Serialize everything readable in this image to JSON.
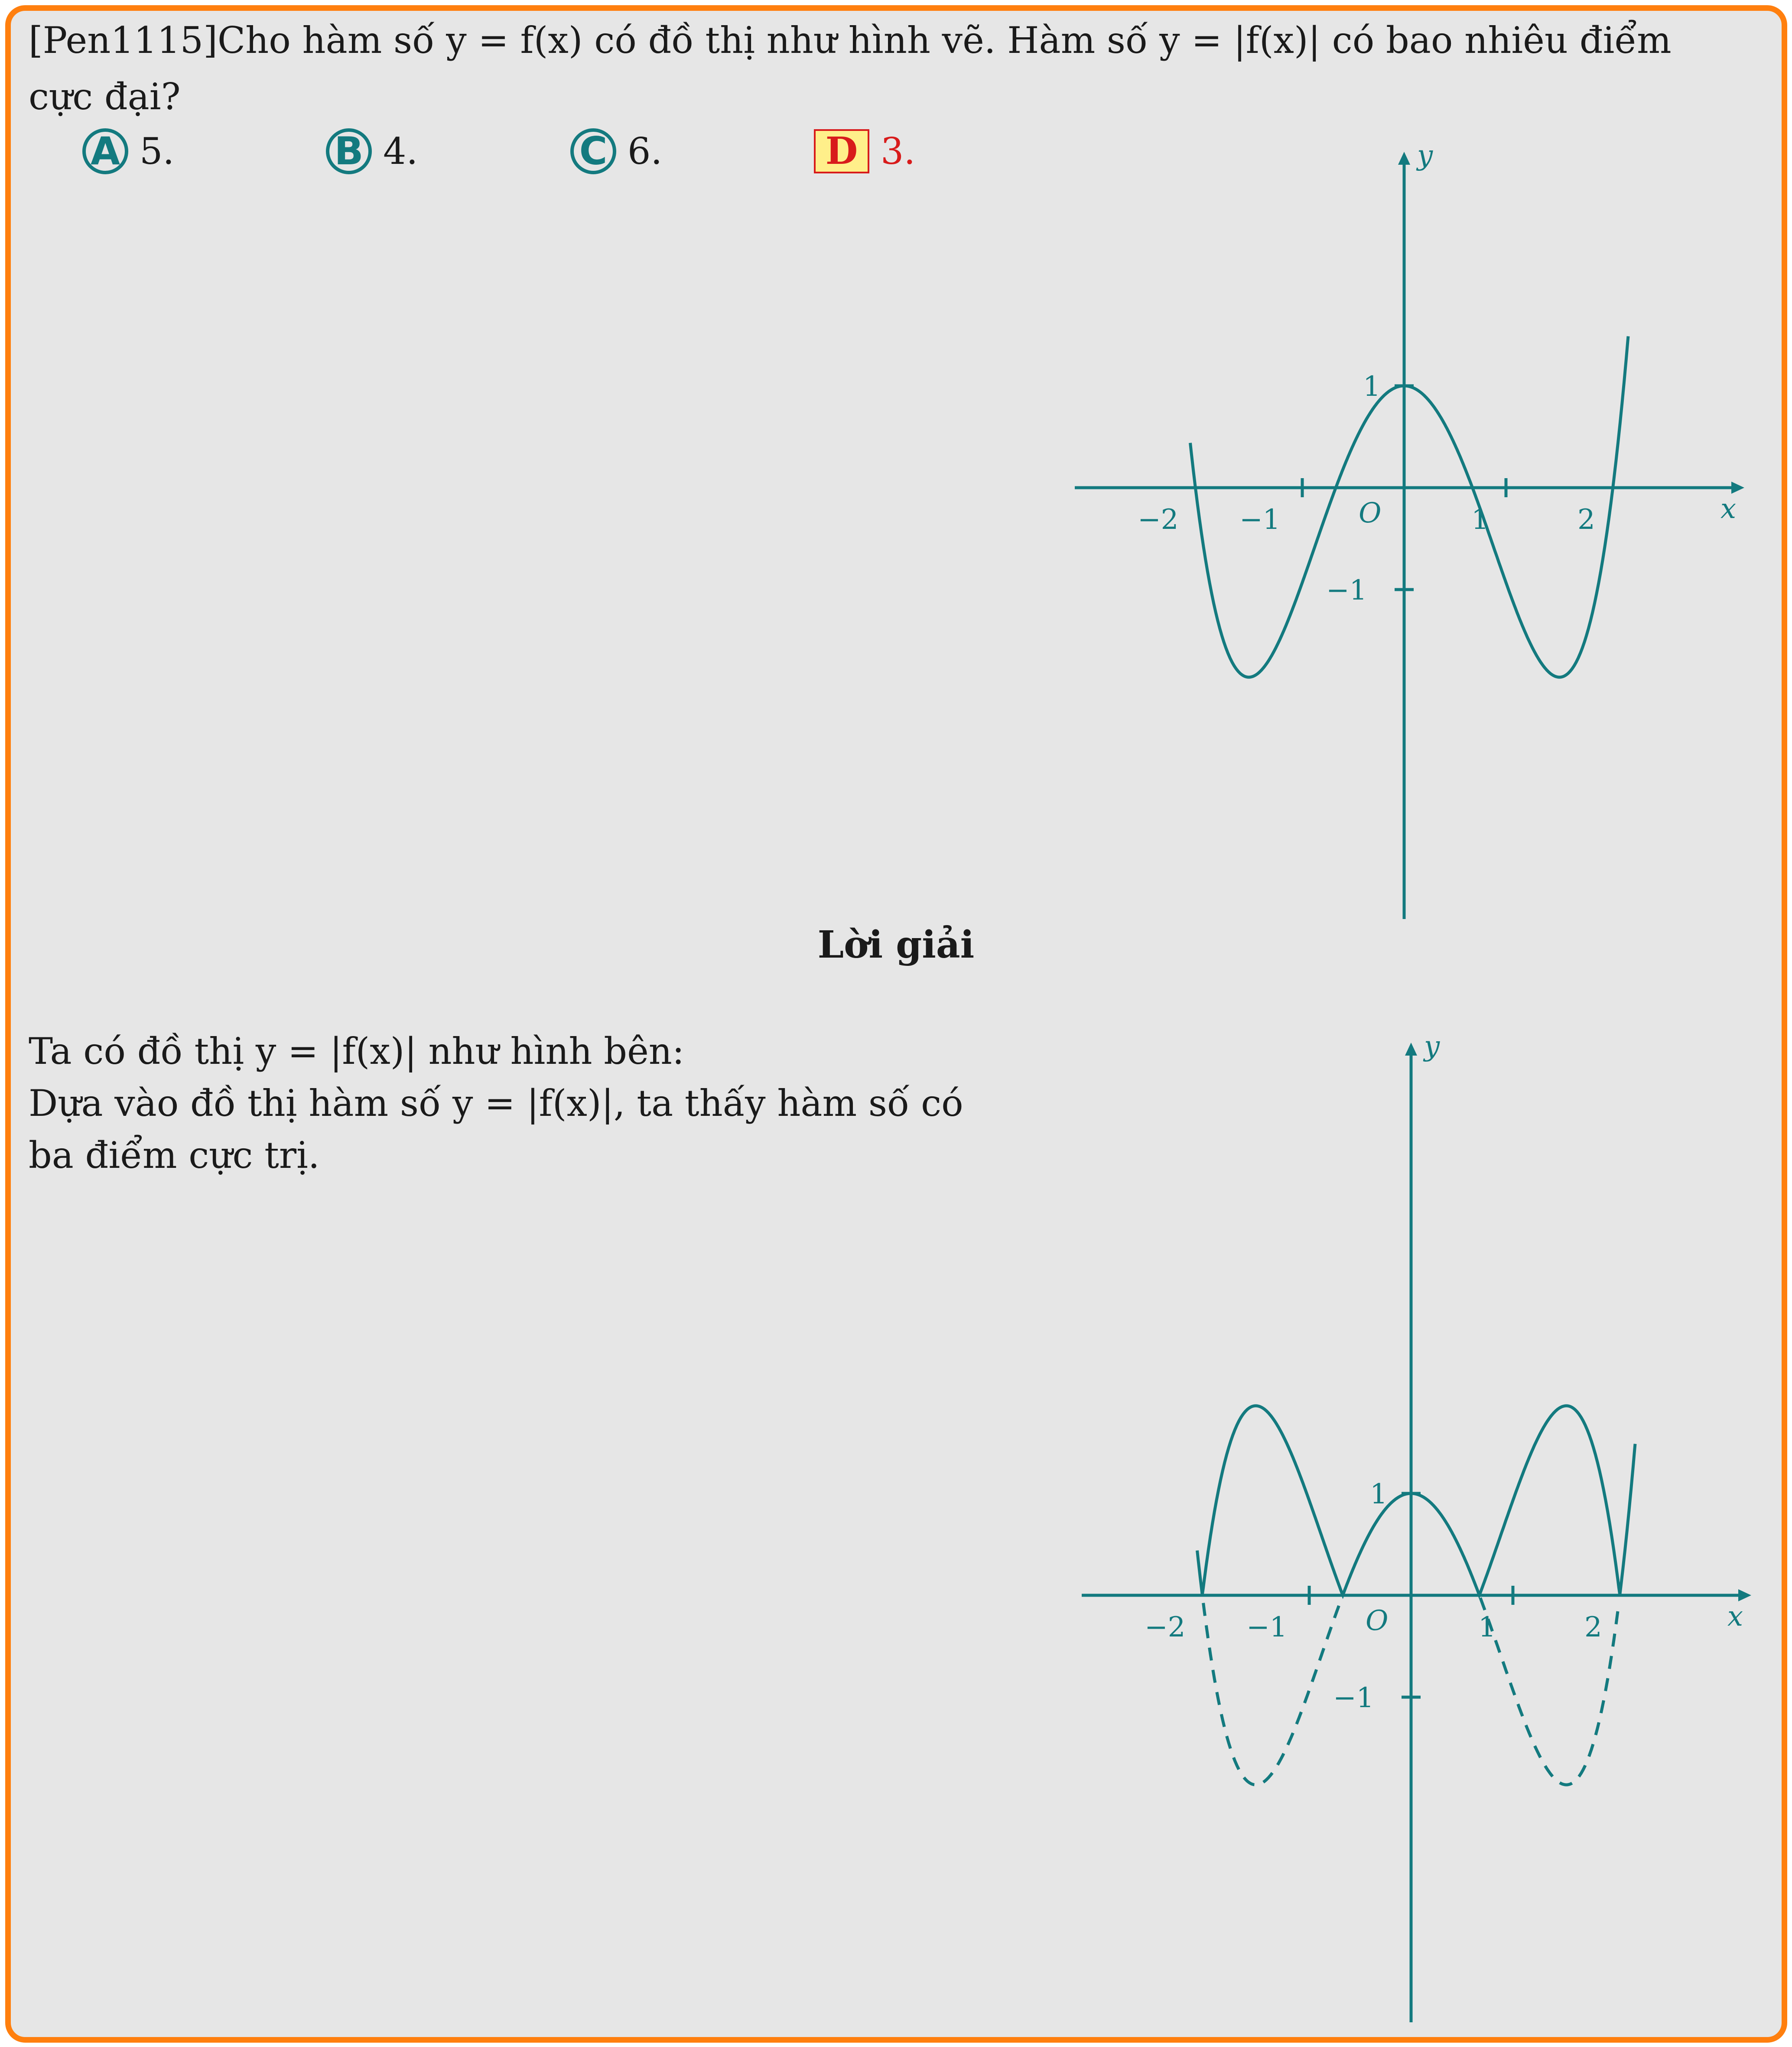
{
  "question": {
    "line1": "[Pen1115]Cho hàm số y = f(x) có đồ thị như hình vẽ. Hàm số y = |f(x)| có bao nhiêu điểm",
    "line2": "cực đại?"
  },
  "options": [
    {
      "letter": "A",
      "value": "5.",
      "correct": false
    },
    {
      "letter": "B",
      "value": "4.",
      "correct": false
    },
    {
      "letter": "C",
      "value": "6.",
      "correct": false
    },
    {
      "letter": "D",
      "value": "3.",
      "correct": true
    }
  ],
  "solution": {
    "heading": "Lời giải",
    "line1": "Ta có đồ thị y = |f(x)| như hình bên:",
    "line2": "Dựa vào đồ thị hàm số y = |f(x)|, ta thấy hàm số có",
    "line3": "ba điểm cực trị."
  },
  "graph_labels": {
    "x_axis": "x",
    "y_axis": "y",
    "origin": "O",
    "x_ticks": [
      "−2",
      "−1",
      "1",
      "2"
    ],
    "y_ticks": [
      "1",
      "−1"
    ]
  },
  "colors": {
    "frame": "#ff7f0e",
    "card_background": "#e6e6e6",
    "graph": "#137a7f",
    "answer": "#d81b1b",
    "answer_box": "#ffef8a"
  }
}
